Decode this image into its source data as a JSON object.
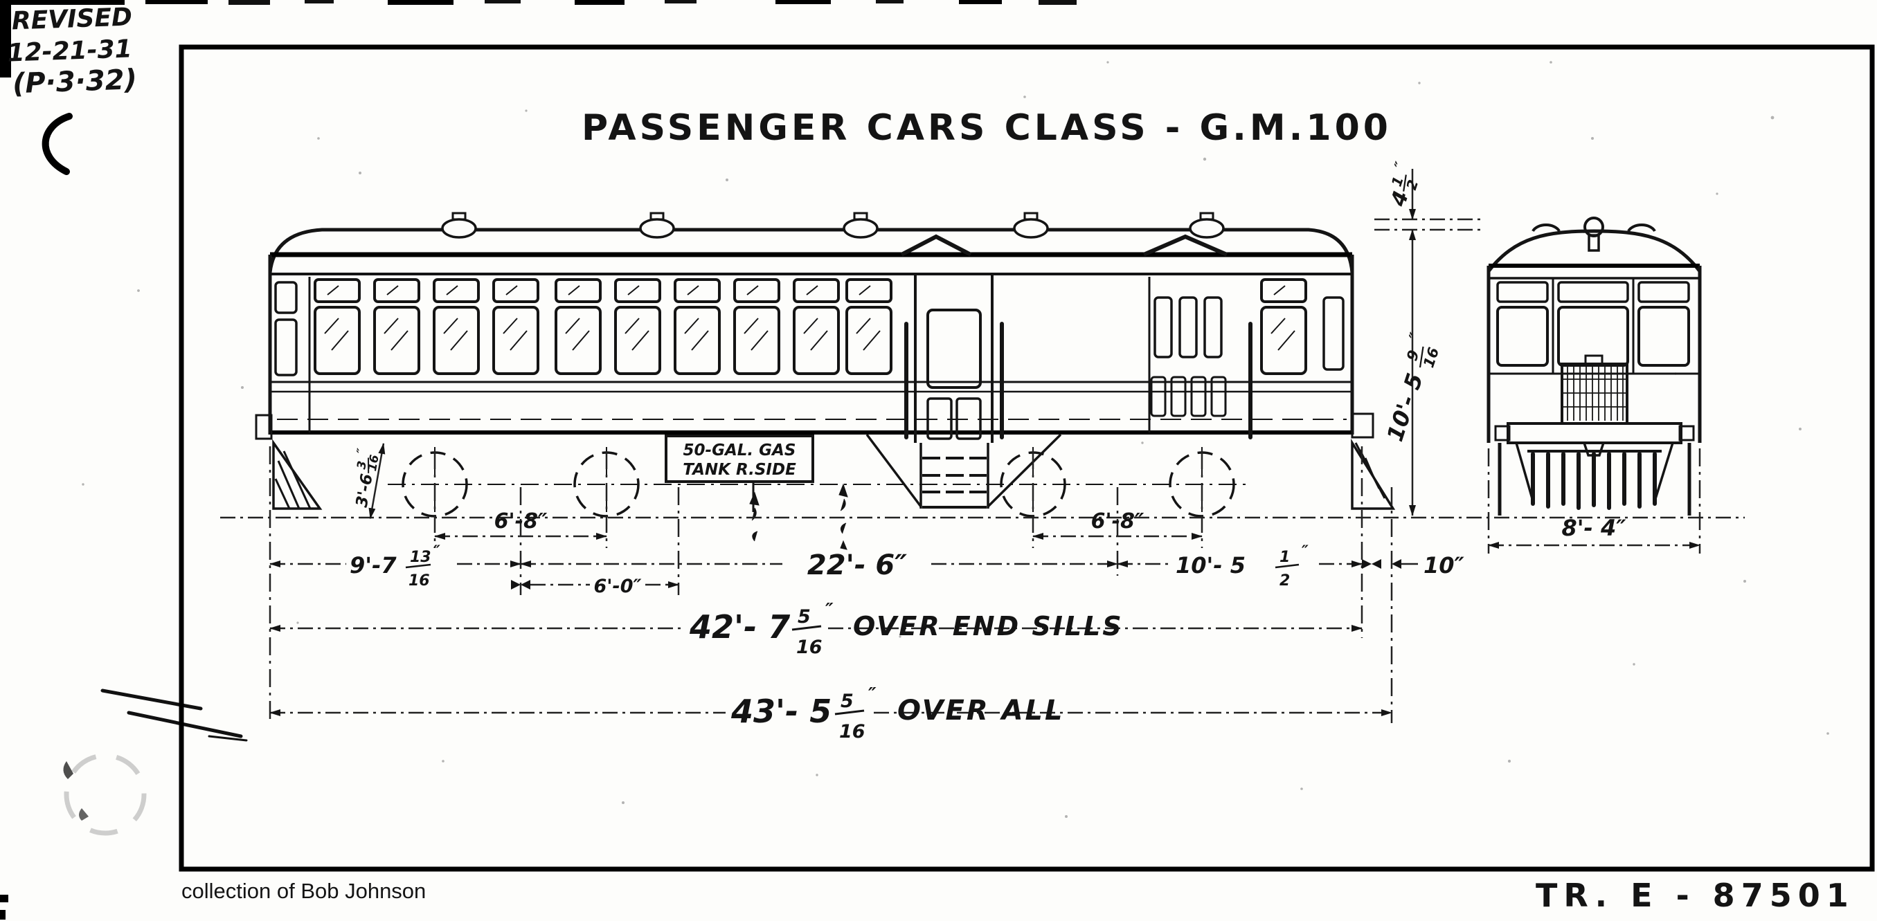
{
  "revision_note": {
    "line1": "REVISED",
    "line2": "12-21-31",
    "line3": "(P·3·32)"
  },
  "title": "PASSENGER CARS CLASS - G.M.100",
  "gas_tank_label": {
    "line1": "50-GAL. GAS",
    "line2": "TANK R.SIDE"
  },
  "dims": {
    "inch": "″",
    "truck_wheelbase_left": "6'-8″",
    "truck_wheelbase_right": "6'-8″",
    "end_to_truck_center": {
      "whole": "9'-7",
      "num": "13",
      "den": "16"
    },
    "truck_centers": "22'- 6″",
    "truck_to_tank": "6'-0″",
    "truck_center_to_end": {
      "whole": "10'- 5",
      "num": "1",
      "den": "2"
    },
    "pilot_overhang": "10″",
    "end_width": "8'- 4″",
    "vent_height": {
      "whole": "4",
      "num": "1",
      "den": "2"
    },
    "rail_to_roof": {
      "whole": "10'- 5",
      "num": "9",
      "den": "16"
    },
    "step_height": {
      "whole": "3'-6",
      "num": "3",
      "den": "16"
    },
    "over_end_sills": {
      "whole": "42'- 7",
      "num": "5",
      "den": "16",
      "label": "OVER  END  SILLS"
    },
    "over_all": {
      "whole": "43'- 5",
      "num": "5",
      "den": "16",
      "label": "OVER ALL"
    }
  },
  "credits": {
    "collection": "collection of Bob Johnson",
    "drawing_number": "TR. E - 87501"
  }
}
